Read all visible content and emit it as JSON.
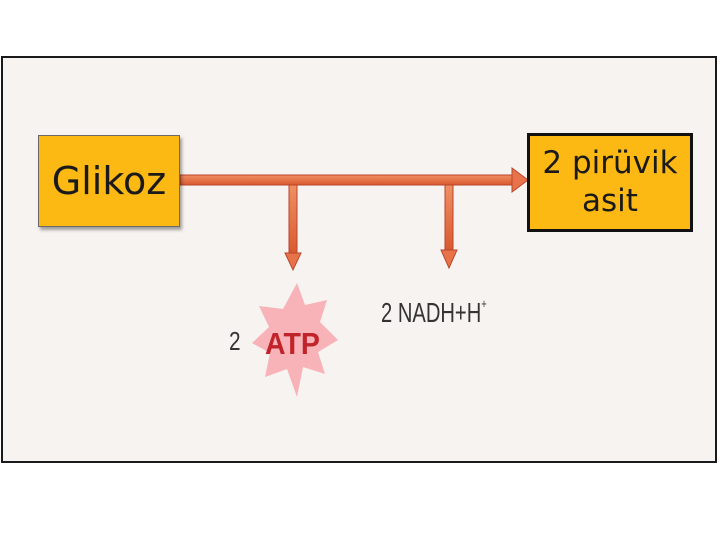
{
  "glikoz_label": "Glikoz",
  "piruvik_line1": "2 pirüvik",
  "piruvik_line2": "asit",
  "atp_count": "2",
  "atp_label": "ATP",
  "nadh_label": "2 NADH+H",
  "nadh_superscript": "+",
  "colors": {
    "box_fill": "#fcb813",
    "arrow": "#e8734a",
    "atp_star": "#f8b3b9",
    "atp_text": "#c0242a"
  }
}
